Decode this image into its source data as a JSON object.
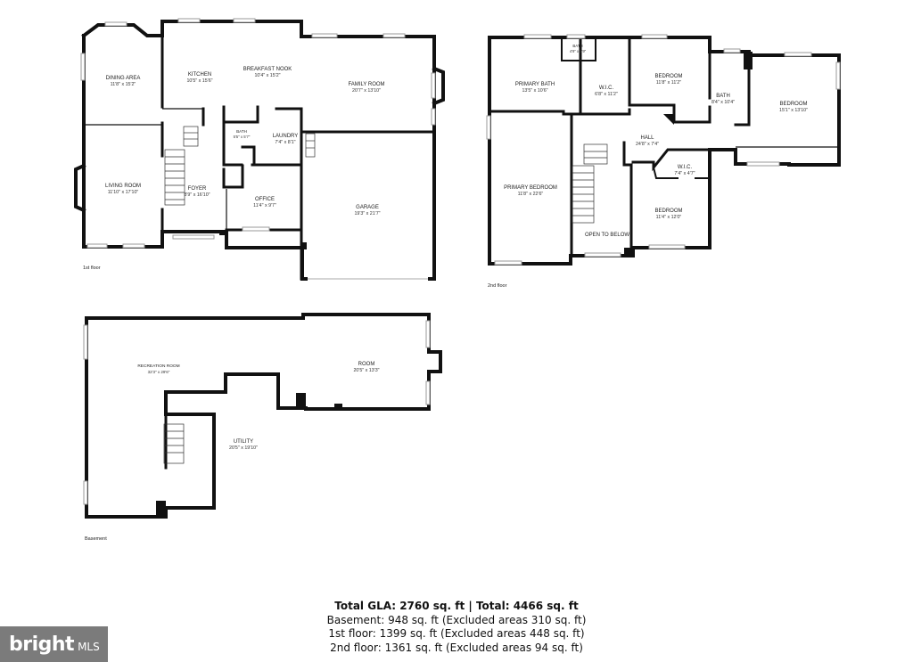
{
  "floors": {
    "first": {
      "label": "1st floor"
    },
    "second": {
      "label": "2nd floor"
    },
    "basement": {
      "label": "Basement"
    }
  },
  "rooms": {
    "dining": {
      "name": "DINING AREA",
      "dim": "11'8\" x 15'2\""
    },
    "kitchen": {
      "name": "KITCHEN",
      "dim": "10'5\" x 15'6\""
    },
    "breakfast": {
      "name": "BREAKFAST NOOK",
      "dim": "10'4\" x 15'2\""
    },
    "family": {
      "name": "FAMILY ROOM",
      "dim": "20'7\" x 13'10\""
    },
    "bath1": {
      "name": "BATH",
      "dim": "5'5\" x 5'7\""
    },
    "laundry": {
      "name": "LAUNDRY",
      "dim": "7'4\" x 8'1\""
    },
    "living": {
      "name": "LIVING ROOM",
      "dim": "11'10\" x 17'10\""
    },
    "foyer": {
      "name": "FOYER",
      "dim": "8'9\" x 16'10\""
    },
    "office": {
      "name": "OFFICE",
      "dim": "11'4\" x 9'7\""
    },
    "garage": {
      "name": "GARAGE",
      "dim": "19'3\" x 21'7\""
    },
    "pbath": {
      "name": "PRIMARY BATH",
      "dim": "13'5\" x 10'6\""
    },
    "bath2a": {
      "name": "BATH",
      "dim": "4'9\" x 2'9\""
    },
    "wic1": {
      "name": "W.I.C.",
      "dim": "6'8\" x 11'2\""
    },
    "bed1": {
      "name": "BEDROOM",
      "dim": "11'8\" x 11'2\""
    },
    "bath2b": {
      "name": "BATH",
      "dim": "8'4\" x 10'4\""
    },
    "bed2": {
      "name": "BEDROOM",
      "dim": "15'1\" x 13'10\""
    },
    "hall": {
      "name": "HALL",
      "dim": "24'8\" x 7'4\""
    },
    "wic2": {
      "name": "W.I.C.",
      "dim": "7'4\" x 4'7\""
    },
    "pbed": {
      "name": "PRIMARY BEDROOM",
      "dim": "11'8\" x 22'6\""
    },
    "open": {
      "name": "OPEN TO BELOW",
      "dim": ""
    },
    "bed3": {
      "name": "BEDROOM",
      "dim": "11'4\" x 12'0\""
    },
    "rec": {
      "name": "RECREATION ROOM",
      "dim": "32'3\" x 29'6\""
    },
    "room": {
      "name": "ROOM",
      "dim": "20'5\" x 13'3\""
    },
    "utility": {
      "name": "UTILITY",
      "dim": "20'5\" x 19'10\""
    }
  },
  "totals": {
    "main": "Total GLA: 2760 sq. ft | Total: 4466 sq. ft",
    "basement": "Basement: 948 sq. ft (Excluded areas 310 sq. ft)",
    "first": "1st floor: 1399 sq. ft (Excluded areas 448 sq. ft)",
    "second": "2nd floor: 1361 sq. ft (Excluded areas 94 sq. ft)"
  },
  "logo": {
    "brand": "bright",
    "suffix": "MLS"
  }
}
